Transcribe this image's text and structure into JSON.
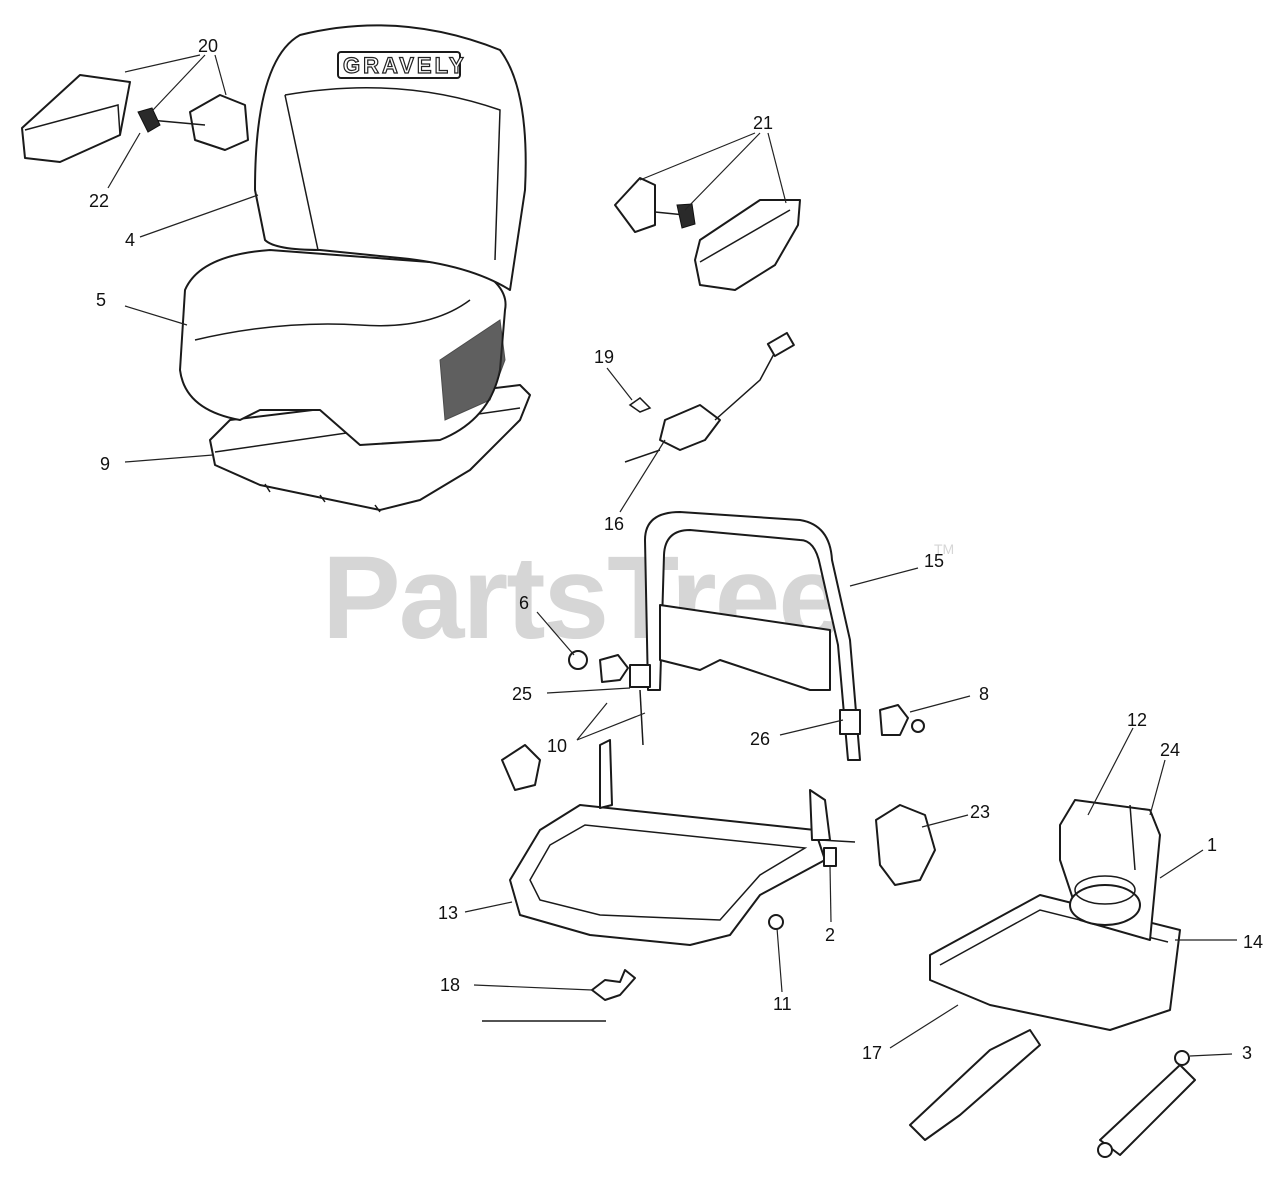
{
  "watermark": {
    "text": "PartsTree",
    "trademark": "TM"
  },
  "seat_brand": "GRAVELY",
  "callouts": [
    {
      "id": "20",
      "label": "20"
    },
    {
      "id": "22",
      "label": "22"
    },
    {
      "id": "4",
      "label": "4"
    },
    {
      "id": "5",
      "label": "5"
    },
    {
      "id": "9",
      "label": "9"
    },
    {
      "id": "21",
      "label": "21"
    },
    {
      "id": "19",
      "label": "19"
    },
    {
      "id": "16",
      "label": "16"
    },
    {
      "id": "15",
      "label": "15"
    },
    {
      "id": "6",
      "label": "6"
    },
    {
      "id": "25",
      "label": "25"
    },
    {
      "id": "10",
      "label": "10"
    },
    {
      "id": "8",
      "label": "8"
    },
    {
      "id": "26",
      "label": "26"
    },
    {
      "id": "12",
      "label": "12"
    },
    {
      "id": "24",
      "label": "24"
    },
    {
      "id": "23",
      "label": "23"
    },
    {
      "id": "1",
      "label": "1"
    },
    {
      "id": "13",
      "label": "13"
    },
    {
      "id": "2",
      "label": "2"
    },
    {
      "id": "14",
      "label": "14"
    },
    {
      "id": "11",
      "label": "11"
    },
    {
      "id": "18",
      "label": "18"
    },
    {
      "id": "17",
      "label": "17"
    },
    {
      "id": "3",
      "label": "3"
    }
  ]
}
